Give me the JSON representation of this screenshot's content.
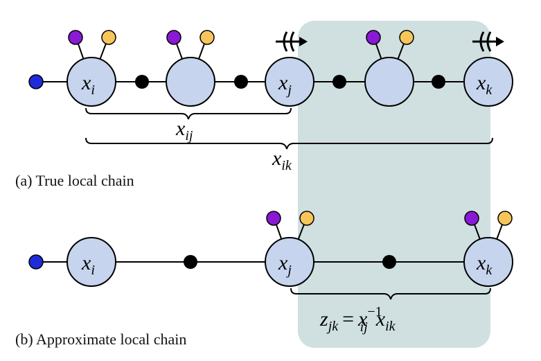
{
  "colors": {
    "node_fill": "#c6d4ee",
    "highlight_region": "#d0dfe0",
    "prior_factor": "#1f2bd8",
    "factor": "#000000",
    "purple_landmark": "#8a19d6",
    "yellow_landmark": "#f7c55a"
  },
  "panel_a": {
    "caption": "(a) True local chain",
    "nodes": [
      {
        "label_var": "x",
        "label_sub": "i"
      },
      {
        "label_var": "",
        "label_sub": ""
      },
      {
        "label_var": "x",
        "label_sub": "j"
      },
      {
        "label_var": "",
        "label_sub": ""
      },
      {
        "label_var": "x",
        "label_sub": "k"
      }
    ],
    "brace_short": {
      "var": "x",
      "sub": "ij"
    },
    "brace_long": {
      "var": "x",
      "sub": "ik"
    }
  },
  "panel_b": {
    "caption": "(b) Approximate local chain",
    "nodes": [
      {
        "label_var": "x",
        "label_sub": "i"
      },
      {
        "label_var": "x",
        "label_sub": "j"
      },
      {
        "label_var": "x",
        "label_sub": "k"
      }
    ],
    "brace_label": {
      "lhs_var": "z",
      "lhs_sub": "jk",
      "eq": "=",
      "inv_var": "x",
      "inv_sub": "ij",
      "inv_sup": "−1",
      "rhs_var": "x",
      "rhs_sub": "ik"
    }
  }
}
